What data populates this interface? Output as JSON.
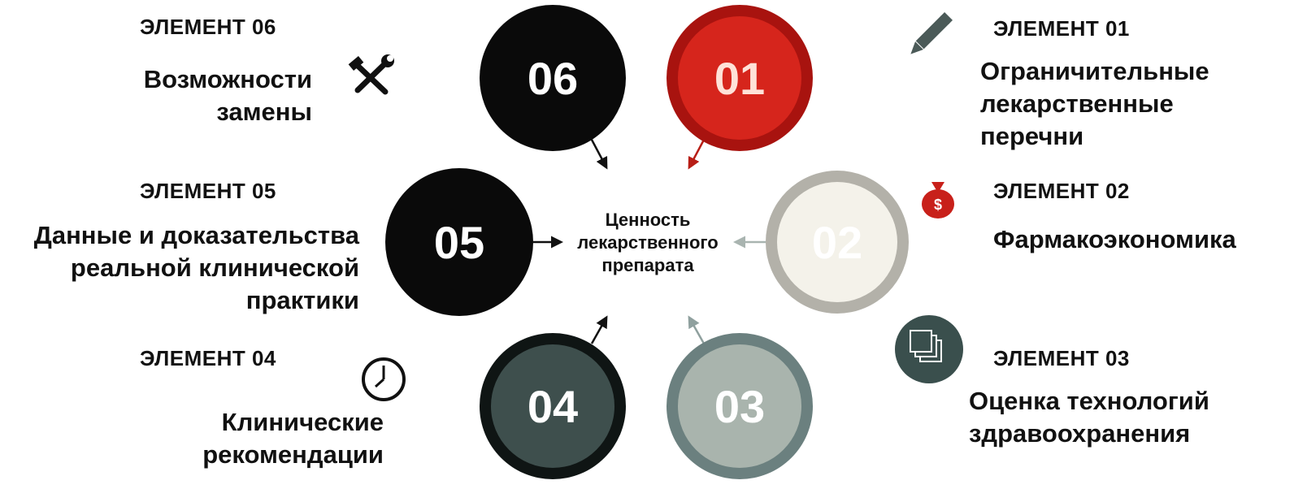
{
  "center": {
    "line1": "Ценность",
    "line2": "лекарственного",
    "line3": "препарата"
  },
  "elements": [
    {
      "number": "01",
      "label": "ЭЛЕМЕНТ 01",
      "lines": [
        "Ограничительные",
        "лекарственные",
        "перечни"
      ],
      "icon": "pencil-icon",
      "color": "#c8201a"
    },
    {
      "number": "02",
      "label": "ЭЛЕМЕНТ 02",
      "lines": [
        "Фармакоэкономика"
      ],
      "icon": "money-bag-icon",
      "color": "#e8e6de"
    },
    {
      "number": "03",
      "label": "ЭЛЕМЕНТ 03",
      "lines": [
        "Оценка технологий",
        "здравоохранения"
      ],
      "icon": "layers-icon",
      "color": "#9aa8a6"
    },
    {
      "number": "04",
      "label": "ЭЛЕМЕНТ 04",
      "lines": [
        "Клинические",
        "рекомендации"
      ],
      "icon": "clock-icon",
      "color": "#3a4a48"
    },
    {
      "number": "05",
      "label": "ЭЛЕМЕНТ 05",
      "lines": [
        "Данные и доказательства",
        "реальной клинической",
        "практики"
      ],
      "icon": "",
      "color": "#0a0a0a"
    },
    {
      "number": "06",
      "label": "ЭЛЕМЕНТ 06",
      "lines": [
        "Возможности",
        "замены"
      ],
      "icon": "tools-icon",
      "color": "#0a0a0a"
    }
  ]
}
